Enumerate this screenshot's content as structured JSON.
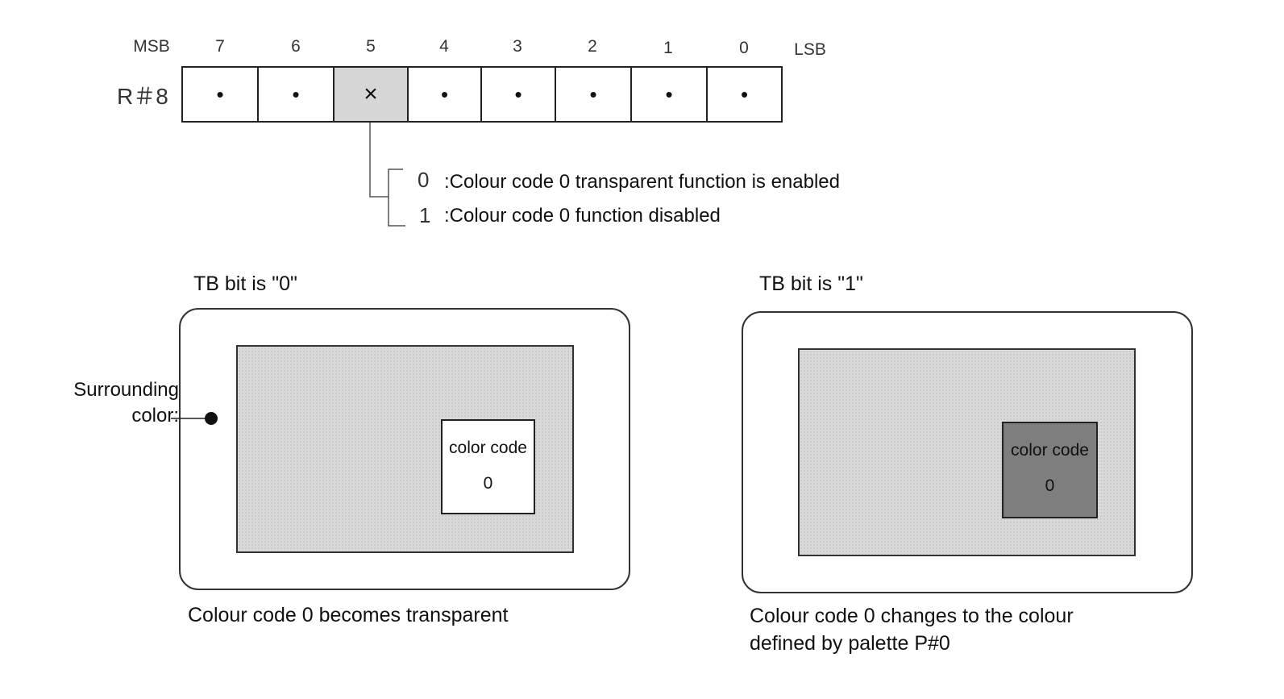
{
  "register": {
    "name": "R＃8",
    "msb_label": "MSB",
    "lsb_label": "LSB",
    "bit_numbers": [
      "7",
      "6",
      "5",
      "4",
      "3",
      "2",
      "1",
      "0"
    ],
    "bit_marks": [
      "•",
      "•",
      "×",
      "•",
      "•",
      "•",
      "•",
      "•"
    ],
    "highlight_bit": "5"
  },
  "options": [
    {
      "value": "0",
      "text": ":Colour code 0 transparent function is enabled"
    },
    {
      "value": "1",
      "text": ":Colour code 0 function disabled"
    }
  ],
  "left_panel": {
    "title": "TB bit is \"0\"",
    "surrounding_label_line1": "Surrounding",
    "surrounding_label_line2": "color:",
    "box_label": "color code",
    "box_value": "0",
    "caption": "Colour code 0 becomes transparent"
  },
  "right_panel": {
    "title": "TB bit is \"1\"",
    "box_label": "color code",
    "box_value": "0",
    "caption_line1": "Colour code 0 changes to the colour",
    "caption_line2": "defined by palette P#0"
  },
  "colors": {
    "transparent_box": "#ffffff",
    "palette_box": "#7e7e7e",
    "screen": "#d9d9d9",
    "highlight": "#d6d6d6"
  }
}
